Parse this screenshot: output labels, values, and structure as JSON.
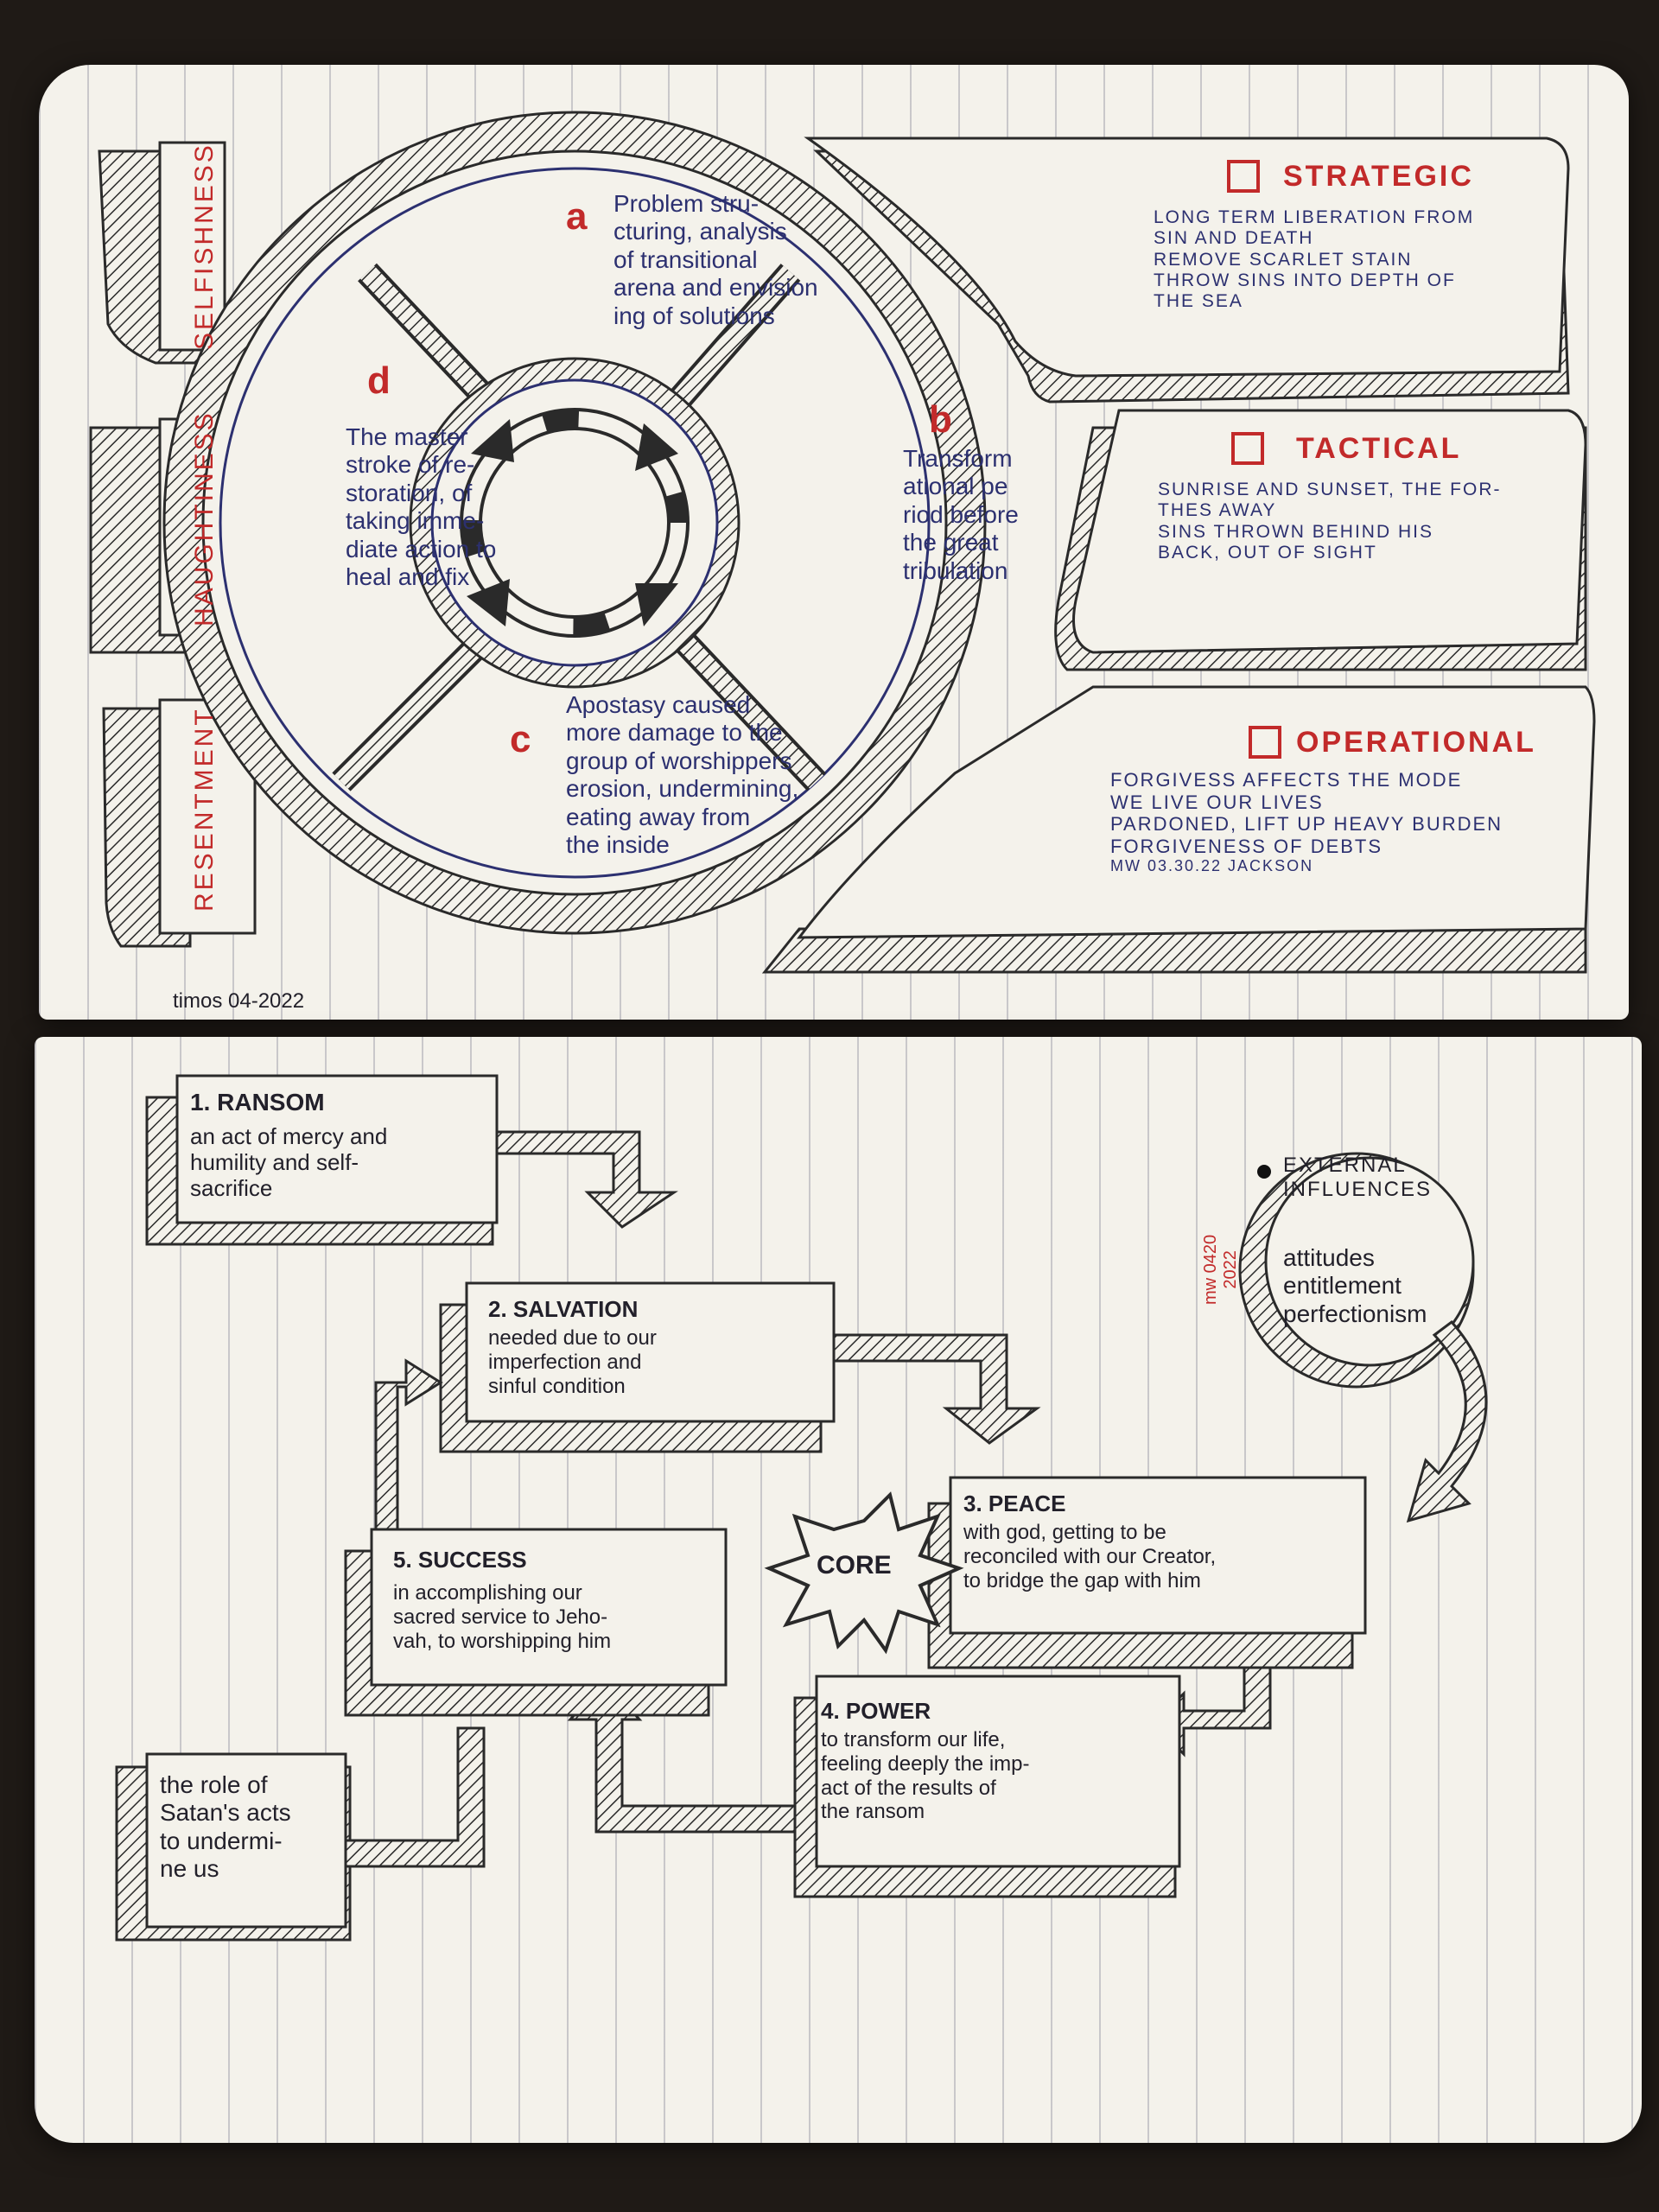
{
  "top_page": {
    "side_labels": [
      "SELFISHNESS",
      "HAUGHTINESS",
      "RESENTMENT"
    ],
    "segments": {
      "a": {
        "letter": "a",
        "text": "Problem stru-\ncturing, analysis\nof transitional\narena and envision\ning of solutions"
      },
      "b": {
        "letter": "b",
        "text": "Transform\national pe\nriod before\nthe great\ntribulation"
      },
      "c": {
        "letter": "c",
        "text": "Apostasy caused\nmore damage to the\ngroup of worshippers\nerosion, undermining,\neating away from\nthe inside"
      },
      "d": {
        "letter": "d",
        "text": "The master\nstroke of re-\nstoration, of\ntaking imme-\ndiate action to\nheal and fix"
      }
    },
    "boxes": {
      "strategic": {
        "title": "STRATEGIC",
        "lines": [
          "LONG TERM LIBERATION FROM",
          "SIN AND DEATH",
          "REMOVE SCARLET STAIN",
          "THROW SINS INTO DEPTH OF",
          "THE SEA"
        ]
      },
      "tactical": {
        "title": "TACTICAL",
        "lines": [
          "SUNRISE AND SUNSET, THE FOR-",
          "THES AWAY",
          "SINS THROWN BEHIND HIS",
          "BACK, OUT OF SIGHT"
        ]
      },
      "operational": {
        "title": "OPERATIONAL",
        "lines": [
          "FORGIVESS AFFECTS THE MODE",
          "WE LIVE OUR LIVES",
          "PARDONED, LIFT UP HEAVY BURDEN",
          "FORGIVENESS OF DEBTS",
          "MW 03.30.22 JACKSON"
        ]
      }
    },
    "signature": "timos 04-2022"
  },
  "bottom_page": {
    "ransom": {
      "title": "1. RANSOM",
      "text": "an act of mercy and\nhumility and self-\nsacrifice"
    },
    "salvation": {
      "title": "2. SALVATION",
      "text": "needed due to our\nimperfection and\nsinful condition"
    },
    "peace": {
      "title": "3. PEACE",
      "text": "with god, getting to be\nreconciled with our Creator,\nto bridge the gap with him"
    },
    "power": {
      "title": "4. POWER",
      "text": "to transform our life,\nfeeling deeply the imp-\nact of the results of\nthe ransom"
    },
    "success": {
      "title": "5. SUCCESS",
      "text": "in accomplishing our\nsacred service to Jeho-\nvah, to worshipping him"
    },
    "core": "CORE",
    "external": {
      "title": "EXTERNAL\nINFLUENCES",
      "items": "attitudes\nentitlement\nperfectionism",
      "stamp": "mw 0420\n2022"
    },
    "satan": "the role of\nSatan's acts\nto undermi-\nne us"
  }
}
